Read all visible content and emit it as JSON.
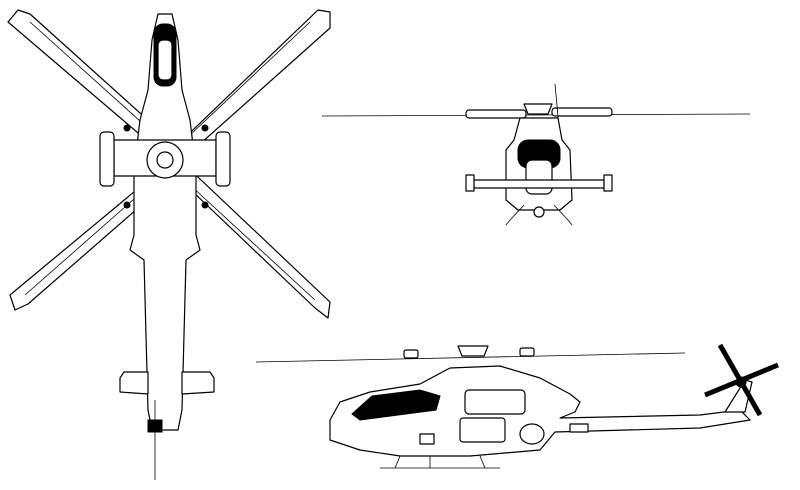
{
  "drawing": {
    "views": [
      "top-view",
      "front-view",
      "side-view"
    ],
    "colors": {
      "line": "#000000",
      "background": "#ffffff",
      "canopy_fill": "#000000"
    }
  }
}
